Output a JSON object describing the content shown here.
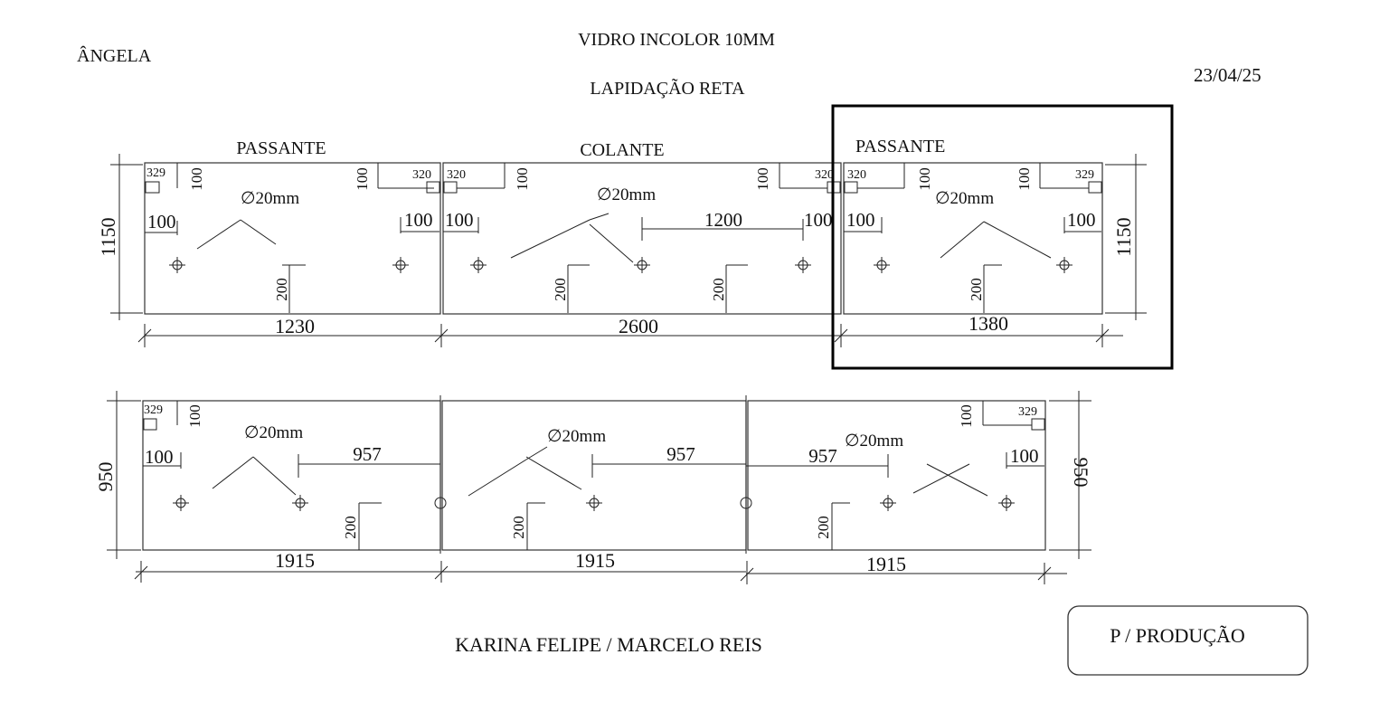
{
  "header": {
    "client": "ÂNGELA",
    "material": "VIDRO INCOLOR 10MM",
    "finish": "LAPIDAÇÃO RETA",
    "date": "23/04/25"
  },
  "top_row": {
    "height": "1150",
    "panels": [
      {
        "label": "PASSANTE",
        "width": "1230",
        "corner_left": "329",
        "corner_left_v": "100",
        "corner_right": "320",
        "corner_right_v": "100",
        "hole": "∅20mm",
        "edge_left": "100",
        "edge_right": "100",
        "drop": "200"
      },
      {
        "label": "COLANTE",
        "width": "2600",
        "corner_left": "320",
        "corner_left_v": "100",
        "corner_right": "320",
        "corner_right_v": "100",
        "hole": "∅20mm",
        "edge_left": "100",
        "edge_right": "100",
        "spacing": "1200",
        "drop_a": "200",
        "drop_b": "200"
      },
      {
        "label": "PASSANTE",
        "width": "1380",
        "corner_left": "320",
        "corner_left_v": "100",
        "corner_right": "329",
        "corner_right_v": "100",
        "hole": "∅20mm",
        "edge_left": "100",
        "edge_right": "100",
        "drop": "200"
      }
    ]
  },
  "bottom_row": {
    "height": "950",
    "panels": [
      {
        "width": "1915",
        "corner": "329",
        "corner_v": "100",
        "hole": "∅20mm",
        "edge": "100",
        "spacing": "957",
        "drop": "200"
      },
      {
        "width": "1915",
        "hole": "∅20mm",
        "spacing": "957",
        "drop": "200"
      },
      {
        "width": "1915",
        "corner": "329",
        "corner_v": "100",
        "hole": "∅20mm",
        "edge": "100",
        "spacing": "957",
        "drop": "200"
      }
    ]
  },
  "footer": {
    "designers": "KARINA FELIPE / MARCELO REIS",
    "stamp": "P / PRODUÇÃO"
  }
}
